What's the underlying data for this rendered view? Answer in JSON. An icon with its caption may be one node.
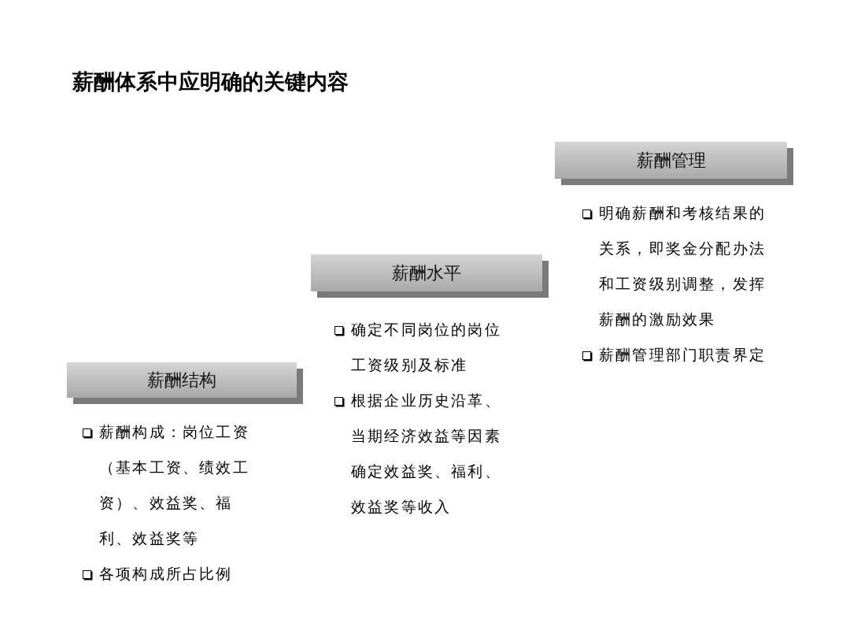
{
  "diagram": {
    "title": "薪酬体系中应明确的关键内容",
    "nodes": [
      {
        "text": [
          "薪酬结构"
        ],
        "beside": [
          "薪酬构成：岗位工资（基本工资、绩效工资）、效益奖、福利、效益奖等",
          "各项构成所占比例"
        ]
      },
      {
        "text": [
          "薪酬水平"
        ],
        "beside": [
          "确定不同岗位的岗位工资级别及标准",
          "根据企业历史沿革、当期经济效益等因素确定效益奖、福利、效益奖等收入"
        ]
      },
      {
        "text": [
          "薪酬管理"
        ],
        "beside": [
          "明确薪酬和考核结果的关系，即奖金分配办法和工资级别调整，发挥薪酬的激励效果",
          "薪酬管理部门职责界定"
        ]
      }
    ]
  }
}
